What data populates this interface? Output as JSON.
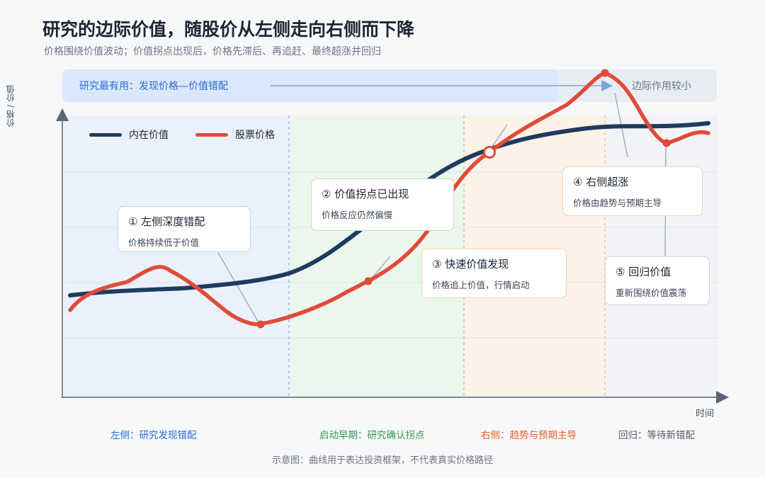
{
  "title": "研究的边际价值，随股价从左侧走向右侧而下降",
  "subtitle": "价格围绕价值波动；价值拐点出现后，价格先滞后、再追赶、最终超涨并回归",
  "axes": {
    "y_label": "价格 / 价值",
    "x_label": "时间"
  },
  "banner": {
    "left": "研究最有用：发现价格—价值错配",
    "right": "边际作用较小"
  },
  "legend": [
    {
      "label": "内在价值",
      "color": "#1e3a5f"
    },
    {
      "label": "股票价格",
      "color": "#e04b3a"
    }
  ],
  "notes": [
    {
      "title": "① 左侧深度错配",
      "body": "价格持续低于价值"
    },
    {
      "title": "② 价值拐点已出现",
      "body": "价格反应仍然偏慢"
    },
    {
      "title": "③ 快速价值发现",
      "body": "价格追上价值，行情启动"
    },
    {
      "title": "④ 右侧超涨",
      "body": "价格由趋势与预期主导"
    },
    {
      "title": "⑤ 回归价值",
      "body": "重新围绕价值震荡"
    }
  ],
  "phases": [
    {
      "label": "左侧：研究发现错配",
      "color": "#2b6cd4"
    },
    {
      "label": "启动早期：研究确认拐点",
      "color": "#2f9a4a"
    },
    {
      "label": "右侧：趋势与预期主导",
      "color": "#e0622e"
    },
    {
      "label": "回归：等待新错配",
      "color": "#555e6b"
    }
  ],
  "footnote": "示意图：曲线用于表达投资框架，不代表真实价格路径"
}
